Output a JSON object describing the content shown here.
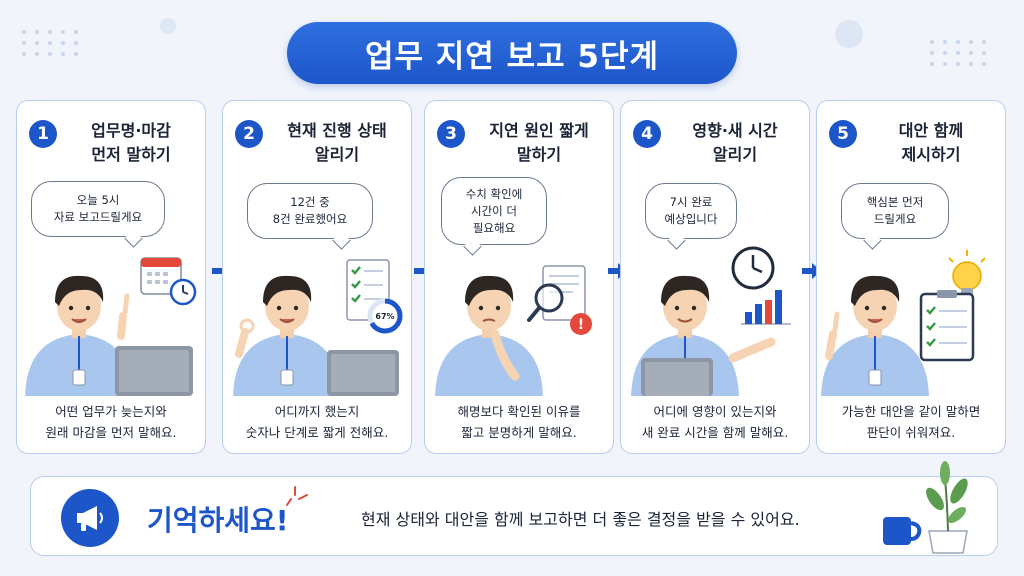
{
  "title": "업무 지연 보고 5단계",
  "steps": [
    {
      "number": "1",
      "title_l1": "업무명·마감",
      "title_l2": "먼저 말하기",
      "bubble_l1": "오늘 5시",
      "bubble_l2": "자료 보고드릴게요",
      "caption_l1": "어떤 업무가 늦는지와",
      "caption_l2": "원래 마감을 먼저 말해요."
    },
    {
      "number": "2",
      "title_l1": "현재 진행 상태",
      "title_l2": "알리기",
      "bubble_l1": "12건 중",
      "bubble_l2": "8건 완료했어요",
      "progress_label": "67%",
      "progress_value": 67,
      "caption_l1": "어디까지 했는지",
      "caption_l2": "숫자나 단계로 짧게 전해요."
    },
    {
      "number": "3",
      "title_l1": "지연 원인 짧게",
      "title_l2": "말하기",
      "bubble_l1": "수치 확인에",
      "bubble_l2": "시간이 더",
      "bubble_l3": "필요해요",
      "alert_mark": "!",
      "caption_l1": "해명보다 확인된 이유를",
      "caption_l2": "짧고 분명하게 말해요."
    },
    {
      "number": "4",
      "title_l1": "영향·새 시간",
      "title_l2": "알리기",
      "bubble_l1": "7시 완료",
      "bubble_l2": "예상입니다",
      "caption_l1": "어디에 영향이 있는지와",
      "caption_l2": "새 완료 시간을 함께 말해요."
    },
    {
      "number": "5",
      "title_l1": "대안 함께",
      "title_l2": "제시하기",
      "bubble_l1": "핵심본 먼저",
      "bubble_l2": "드릴게요",
      "caption_l1": "가능한 대안을 같이 말하면",
      "caption_l2": "판단이 쉬워져요."
    }
  ],
  "remember": {
    "label": "기억하세요!",
    "text": "현재 상태와 대안을 함께 보고하면 더 좋은 결정을 받을 수 있어요."
  },
  "colors": {
    "primary": "#1d56c9",
    "card_border": "#b9cdee",
    "shirt": "#a9c6ee",
    "hair": "#2d2622",
    "alert": "#e4483a",
    "bulb": "#ffd24a",
    "plant": "#5b9b4f"
  },
  "icons": [
    "calendar-icon",
    "clock-icon",
    "checklist-icon",
    "magnifier-icon",
    "alert-icon",
    "bar-chart-icon",
    "lightbulb-icon",
    "clipboard-icon",
    "laptop-icon",
    "megaphone-icon",
    "mug-icon",
    "plant-icon",
    "arrow-right-icon"
  ]
}
